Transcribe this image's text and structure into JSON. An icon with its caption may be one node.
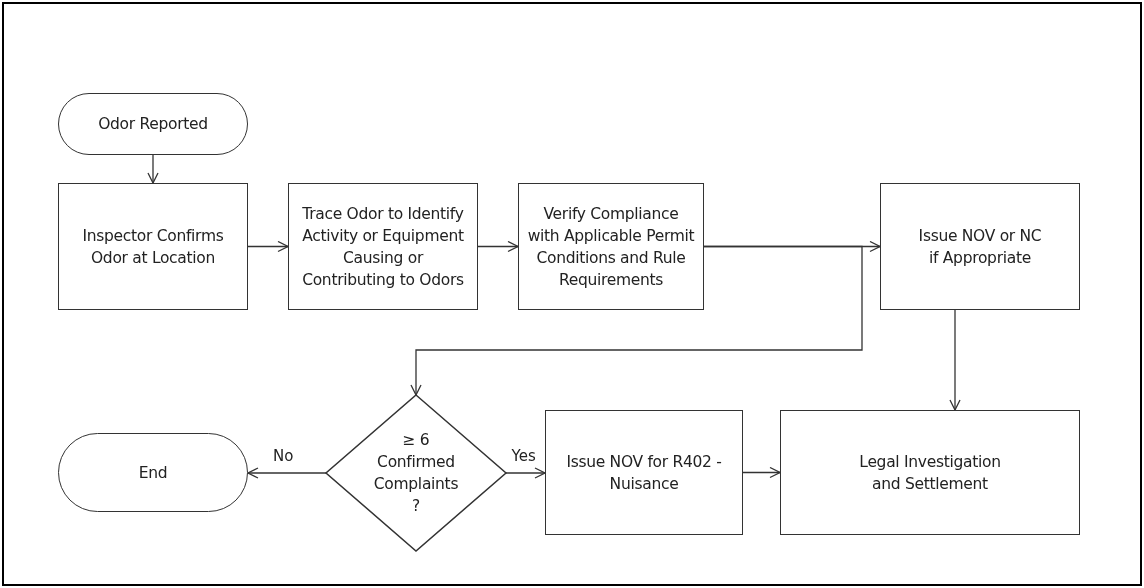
{
  "diagram": {
    "nodes": [
      {
        "text": [
          "Odor Reported"
        ]
      },
      {
        "text": [
          "Inspector Confirms Odor at Location"
        ]
      },
      {
        "text": [
          "Trace Odor to Identify Activity or Equipment Causing or Contributing to Odors"
        ]
      },
      {
        "text": [
          "Verify Compliance with Applicable Permit Conditions and Rule Requirements"
        ]
      },
      {
        "text": [
          "Issue NOV or NC if Appropriate"
        ]
      },
      {
        "text": [
          "End"
        ]
      },
      {
        "text": [
          "≥ 6 Confirmed Complaints ?"
        ]
      },
      {
        "text": [
          "Issue NOV for R402 - Nuisance"
        ]
      },
      {
        "text": [
          "Legal Investigation and Settlement"
        ]
      }
    ],
    "edges": [
      {
        "from": 0,
        "to": 1,
        "arrow": "to"
      },
      {
        "from": 1,
        "to": 2,
        "arrow": "to"
      },
      {
        "from": 2,
        "to": 3,
        "arrow": "to"
      },
      {
        "from": 3,
        "to": 4,
        "arrow": "to"
      },
      {
        "from": 3,
        "to": 6,
        "arrow": "to"
      },
      {
        "from": 4,
        "to": 8,
        "arrow": "to"
      },
      {
        "from": 6,
        "to": 5,
        "arrow": "to",
        "label": "No"
      },
      {
        "from": 6,
        "to": 7,
        "arrow": "to",
        "label": "Yes"
      },
      {
        "from": 7,
        "to": 8,
        "arrow": "to"
      }
    ]
  }
}
